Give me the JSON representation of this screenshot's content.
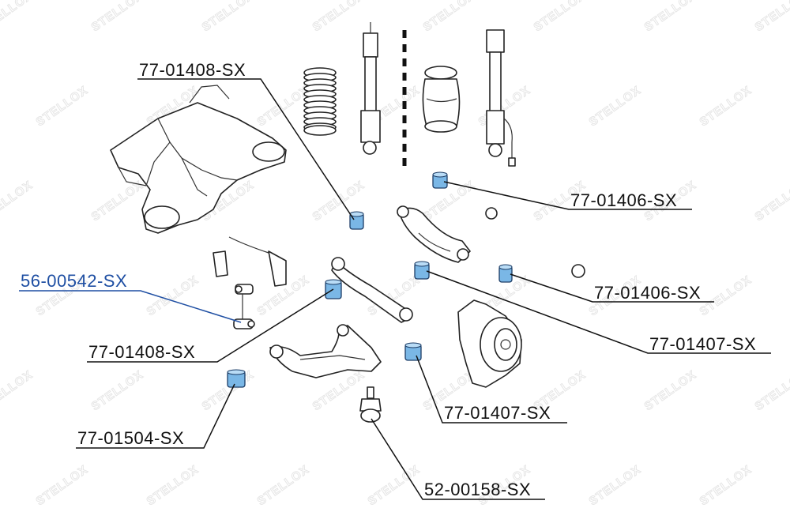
{
  "watermark": "STELLOX",
  "colors": {
    "highlight": "#1f4fa3",
    "bushing": "#7ab7e6",
    "text": "#111111"
  },
  "labels": {
    "l_77_01408_top": "77-01408-SX",
    "l_77_01406_a": "77-01406-SX",
    "l_77_01406_b": "77-01406-SX",
    "l_56_00542": "56-00542-SX",
    "l_77_01408_mid": "77-01408-SX",
    "l_77_01407_a": "77-01407-SX",
    "l_77_01407_b": "77-01407-SX",
    "l_77_01504": "77-01504-SX",
    "l_52_00158": "52-00158-SX"
  }
}
